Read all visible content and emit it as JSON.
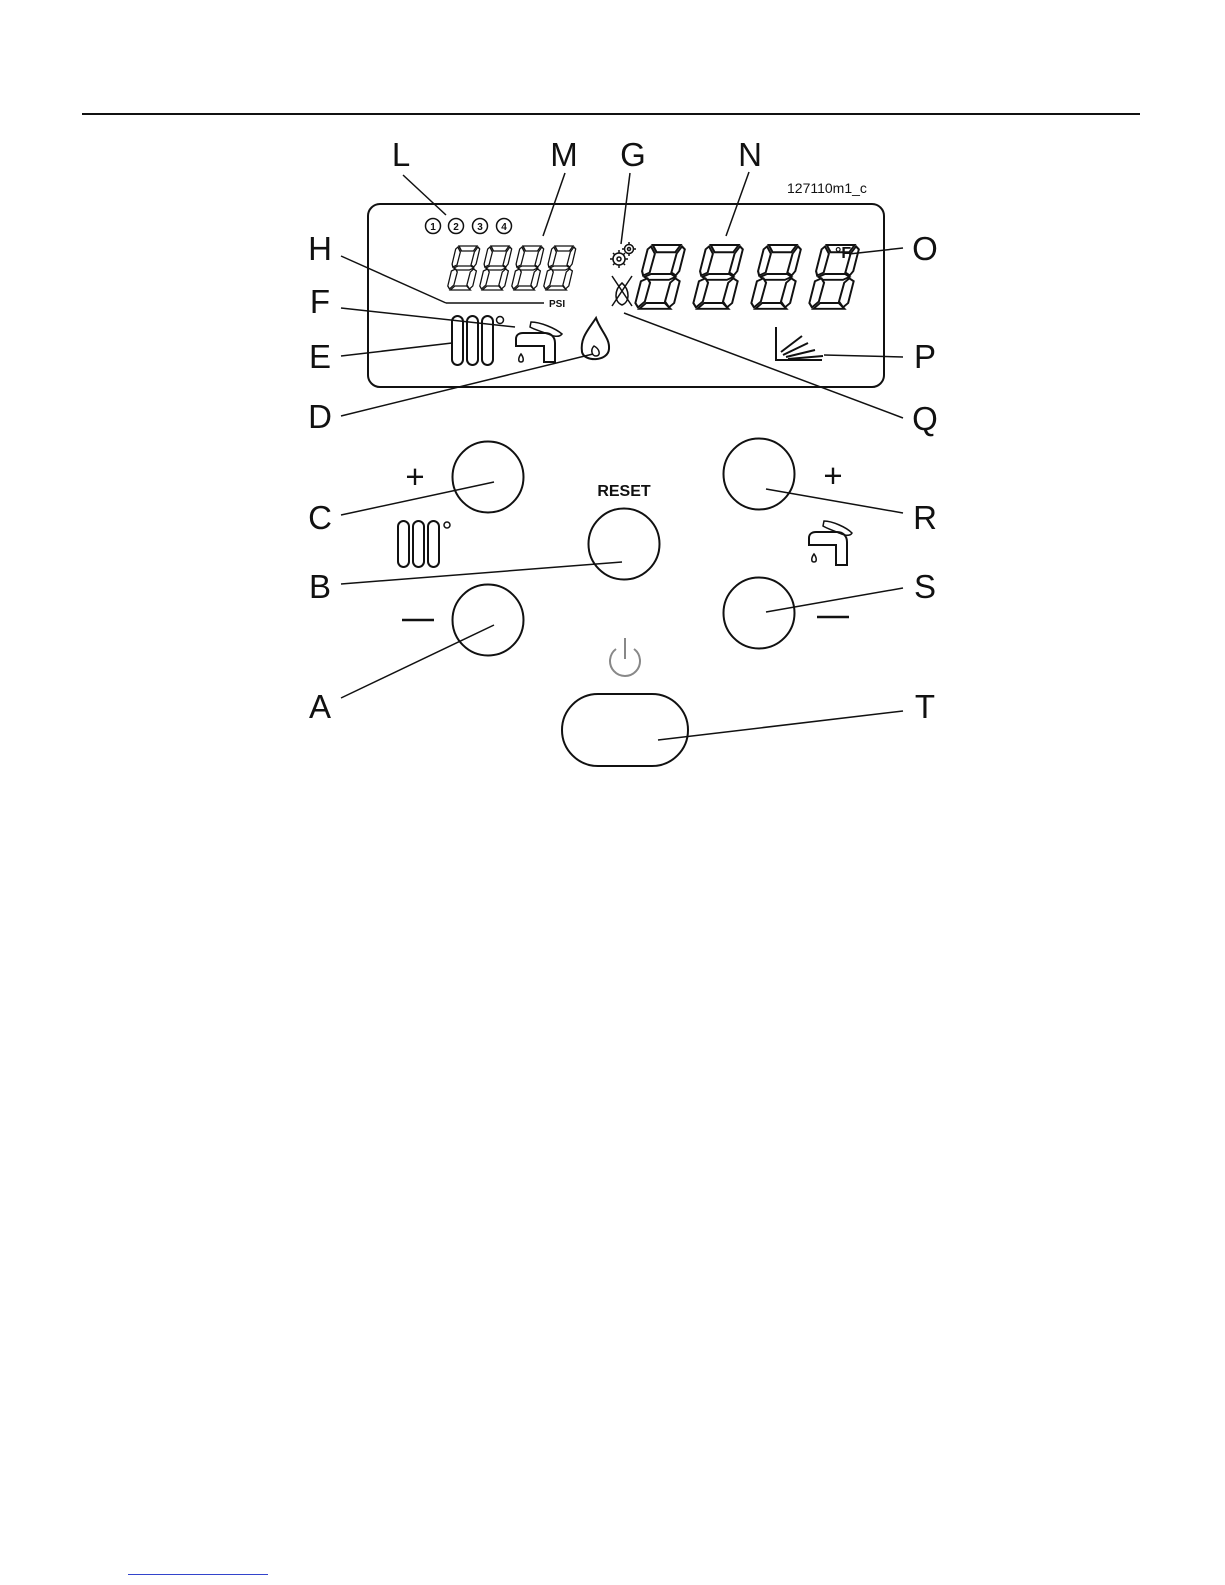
{
  "figure_id": "127110m1_c",
  "display": {
    "zones": [
      "1",
      "2",
      "3",
      "4"
    ],
    "small_digits": "8888",
    "pressure_unit": "PSI",
    "large_digits": "8888",
    "temp_unit": "°F"
  },
  "buttons": {
    "reset_label": "RESET",
    "plus_symbol": "+",
    "minus_symbol": "−"
  },
  "callouts": {
    "A": "A",
    "B": "B",
    "C": "C",
    "D": "D",
    "E": "E",
    "F": "F",
    "G": "G",
    "H": "H",
    "L": "L",
    "M": "M",
    "N": "N",
    "O": "O",
    "P": "P",
    "Q": "Q",
    "R": "R",
    "S": "S",
    "T": "T"
  }
}
